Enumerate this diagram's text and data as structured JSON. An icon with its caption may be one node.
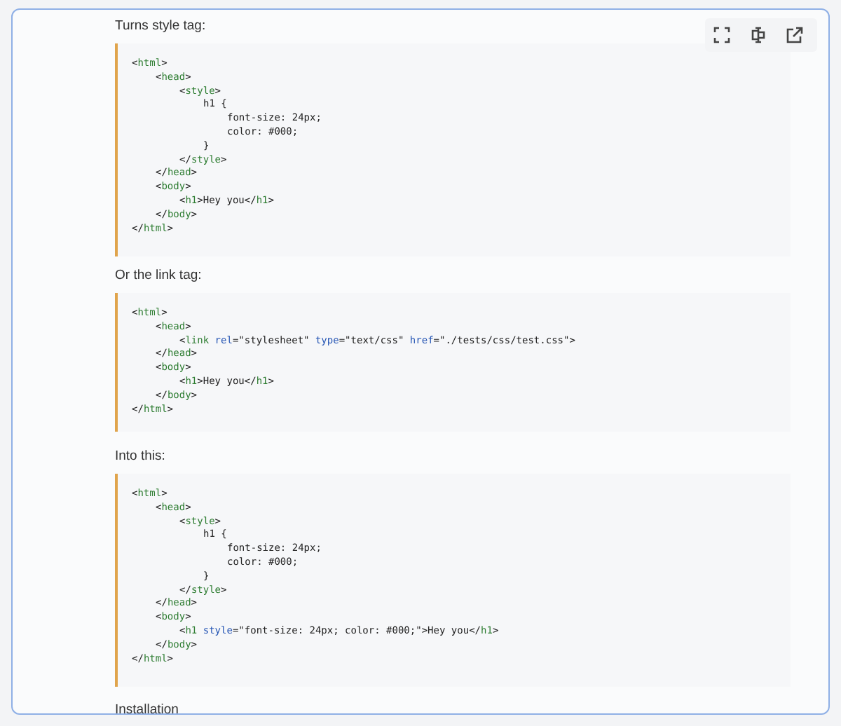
{
  "diagram": {
    "labels": [
      "Turns style tag:",
      "<html>",
      "<head>",
      "<style>",
      "h1 {",
      "font-size: 24px;",
      "color: #000;",
      "}",
      "</style>",
      "</head>",
      "<body>",
      "<h1>Hey you</h1>",
      "</body>",
      "</html>",
      "Or the link tag:",
      "<html>",
      "<head>",
      "<link rel=\"stylesheet\" type=\"text/css\" href=\"./tests/css/test.css\">",
      "</head>",
      "<body>",
      "<h1>Hey you</h1>",
      "</body>",
      "</html>",
      "Into this:",
      "<html>",
      "<head>",
      "<style>",
      "h1 {",
      "font-size: 24px;",
      "color: #000;",
      "}",
      "</style>",
      "</head>",
      "<body>",
      "<h1 style=\"font-size: 24px; color: #000;\">Hey you</h1>",
      "</body>",
      "</html>",
      "Installation"
    ]
  }
}
